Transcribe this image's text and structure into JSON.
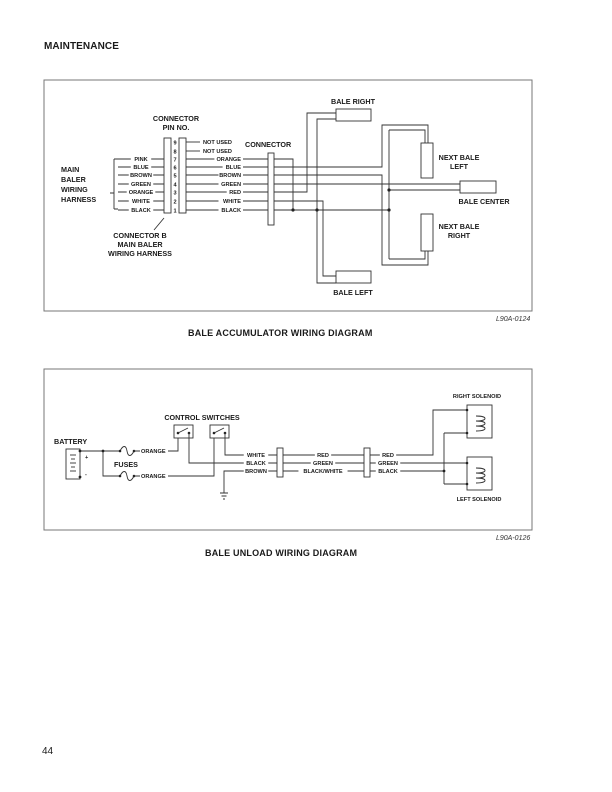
{
  "page": {
    "section_header": "MAINTENANCE",
    "page_number": "44"
  },
  "diagram1": {
    "caption": "BALE ACCUMULATOR WIRING DIAGRAM",
    "figure_id": "L90A-0124",
    "harness_label": [
      "MAIN",
      "BALER",
      "WIRING",
      "HARNESS"
    ],
    "connector_pin_title": [
      "CONNECTOR",
      "PIN NO."
    ],
    "connector_b_label": [
      "CONNECTOR B",
      "MAIN BALER",
      "WIRING HARNESS"
    ],
    "connector_label": "CONNECTOR",
    "pins": [
      {
        "pin": "9",
        "left": "",
        "right": "NOT USED"
      },
      {
        "pin": "8",
        "left": "",
        "right": "NOT USED"
      },
      {
        "pin": "7",
        "left": "PINK",
        "right": "ORANGE"
      },
      {
        "pin": "6",
        "left": "BLUE",
        "right": "BLUE"
      },
      {
        "pin": "5",
        "left": "BROWN",
        "right": "BROWN"
      },
      {
        "pin": "4",
        "left": "GREEN",
        "right": "GREEN"
      },
      {
        "pin": "3",
        "left": "ORANGE",
        "right": "RED"
      },
      {
        "pin": "2",
        "left": "WHITE",
        "right": "WHITE"
      },
      {
        "pin": "1",
        "left": "BLACK",
        "right": "BLACK"
      }
    ],
    "components": {
      "bale_right": "BALE RIGHT",
      "bale_left": "BALE LEFT",
      "bale_center": "BALE CENTER",
      "next_bale_left": [
        "NEXT BALE",
        "LEFT"
      ],
      "next_bale_right": [
        "NEXT BALE",
        "RIGHT"
      ]
    }
  },
  "diagram2": {
    "caption": "BALE UNLOAD WIRING DIAGRAM",
    "figure_id": "L90A-0126",
    "battery_label": "BATTERY",
    "battery_plus": "+",
    "battery_minus": "-",
    "fuses_label": "FUSES",
    "control_switches_label": "CONTROL SWITCHES",
    "fuse_wires": [
      "ORANGE",
      "ORANGE"
    ],
    "segment1_wires": [
      "WHITE",
      "BLACK",
      "BROWN"
    ],
    "segment2_wires": [
      "RED",
      "GREEN",
      "BLACK/WHITE"
    ],
    "segment3_wires": [
      "RED",
      "GREEN",
      "BLACK"
    ],
    "right_solenoid": "RIGHT SOLENOID",
    "left_solenoid": "LEFT SOLENOID"
  }
}
